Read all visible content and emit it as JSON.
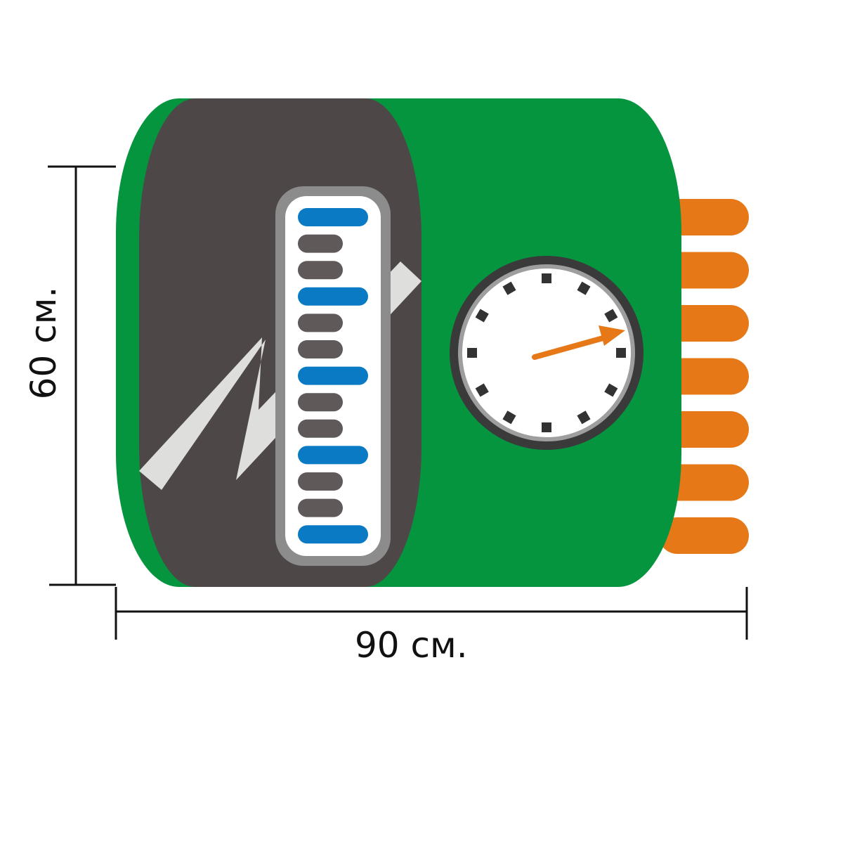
{
  "dimensions": {
    "width_label": "90 см.",
    "height_label": "60 см."
  },
  "colors": {
    "board_green": "#05953f",
    "track_dark": "#4d4847",
    "lightning_gray": "#dededc",
    "scale_frame": "#8c8c8c",
    "scale_blue": "#0b7ac4",
    "scale_gray": "#5f5a59",
    "gauge_ring": "#3a3a3a",
    "gauge_inner_ring": "#9e9e9e",
    "needle_orange": "#e67818",
    "connector_orange": "#e67818",
    "dimension_line": "#111111"
  },
  "icons": {
    "lightning": "lightning-bolt-icon",
    "gauge": "dial-gauge-icon"
  },
  "scale": {
    "bar_count": 13,
    "long_bar_every": 3
  },
  "gauge": {
    "tick_count": 12
  },
  "connectors": {
    "count": 7
  }
}
